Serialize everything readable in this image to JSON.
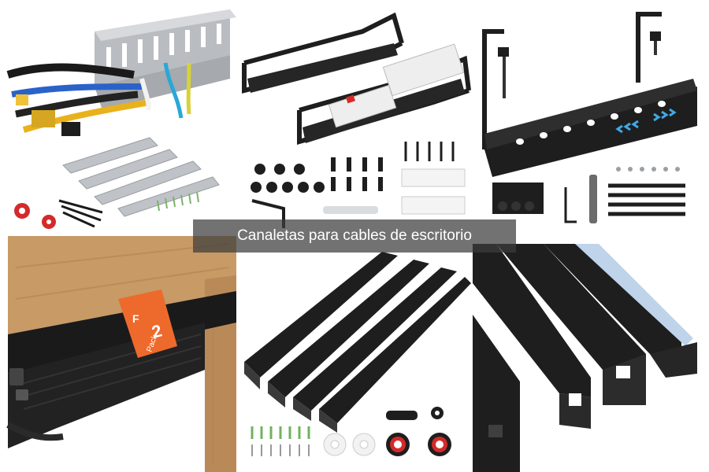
{
  "caption": {
    "text": "Canaletas para cables de escritorio"
  },
  "tiles": [
    {
      "name": "grey-slotted-wire-duct-kit"
    },
    {
      "name": "black-under-desk-cable-trays-with-power-strip"
    },
    {
      "name": "clamp-on-under-desk-cable-tray"
    },
    {
      "name": "black-desk-edge-cable-raceway"
    },
    {
      "name": "black-cable-raceway-channels-kit"
    },
    {
      "name": "black-square-cable-raceway-covers"
    }
  ],
  "product_label": {
    "count": "2",
    "unit": "Pack",
    "brand_initial": "F"
  },
  "colors": {
    "duct_grey": "#b9bcc0",
    "tray_black": "#1e1e1e",
    "wood": "#c79a66",
    "label_orange": "#ee6a2c",
    "adhesive_blue": "#bfd3ea",
    "caption_bg": "#3c3c3c"
  }
}
